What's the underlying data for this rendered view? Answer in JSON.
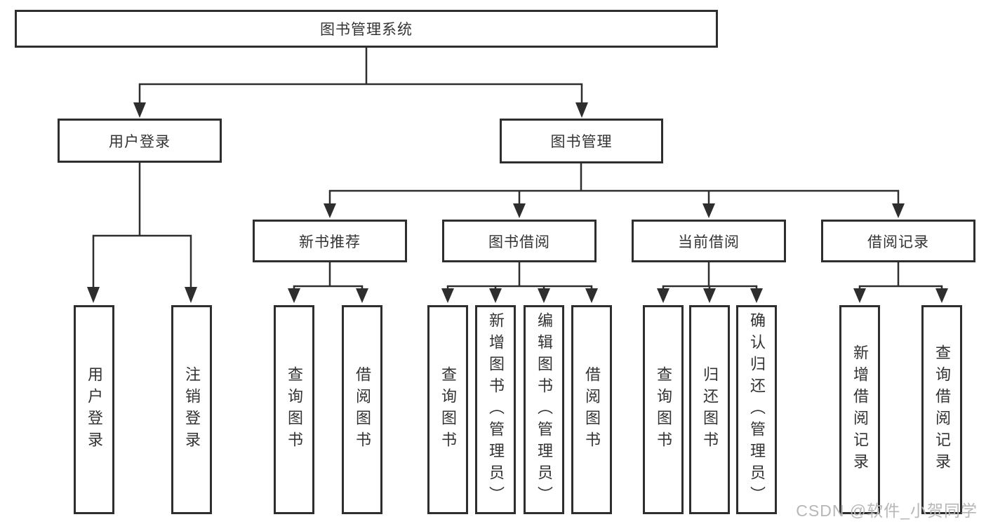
{
  "colors": {
    "line": "#2e2e2e",
    "box_border": "#2e2e2e",
    "text": "#333333",
    "watermark": "#b7b7b7",
    "background": "#ffffff"
  },
  "tree": {
    "root": {
      "label": "图书管理系统",
      "children": [
        {
          "label": "用户登录",
          "children": [
            {
              "label": "用户登录"
            },
            {
              "label": "注销登录"
            }
          ]
        },
        {
          "label": "图书管理",
          "children": [
            {
              "label": "新书推荐",
              "children": [
                {
                  "label": "查询图书"
                },
                {
                  "label": "借阅图书"
                }
              ]
            },
            {
              "label": "图书借阅",
              "children": [
                {
                  "label": "查询图书"
                },
                {
                  "label": "新增图书（管理员）"
                },
                {
                  "label": "编辑图书（管理员）"
                },
                {
                  "label": "借阅图书"
                }
              ]
            },
            {
              "label": "当前借阅",
              "children": [
                {
                  "label": "查询图书"
                },
                {
                  "label": "归还图书"
                },
                {
                  "label": "确认归还（管理员）"
                }
              ]
            },
            {
              "label": "借阅记录",
              "children": [
                {
                  "label": "新增借阅记录"
                },
                {
                  "label": "查询借阅记录"
                }
              ]
            }
          ]
        }
      ]
    }
  },
  "watermark": {
    "text": "CSDN @软件_小贺同学"
  }
}
